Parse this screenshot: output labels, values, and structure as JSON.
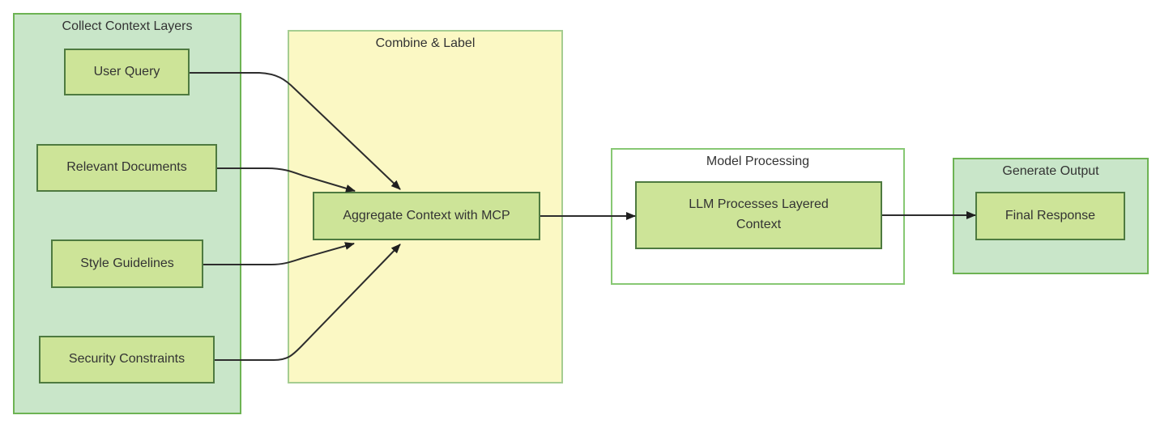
{
  "diagram": {
    "type": "flowchart",
    "direction": "left-to-right",
    "clusters": [
      {
        "id": "collect_context_layers",
        "title": "Collect Context Layers",
        "fill": "#c9e6c9",
        "stroke": "#6db353"
      },
      {
        "id": "combine_label",
        "title": "Combine & Label",
        "fill": "#fbf8c4",
        "stroke": "#a5cd91"
      },
      {
        "id": "model_processing",
        "title": "Model Processing",
        "fill": "#ffffff",
        "stroke": "#87c873"
      },
      {
        "id": "generate_output",
        "title": "Generate Output",
        "fill": "#c9e6c9",
        "stroke": "#6db353"
      }
    ],
    "nodes": [
      {
        "id": "user_query",
        "label": "User Query",
        "cluster": "collect_context_layers"
      },
      {
        "id": "relevant_documents",
        "label": "Relevant Documents",
        "cluster": "collect_context_layers"
      },
      {
        "id": "style_guidelines",
        "label": "Style Guidelines",
        "cluster": "collect_context_layers"
      },
      {
        "id": "security_constraints",
        "label": "Security Constraints",
        "cluster": "collect_context_layers"
      },
      {
        "id": "aggregate_context",
        "label": "Aggregate Context with MCP",
        "cluster": "combine_label"
      },
      {
        "id": "llm_processes",
        "label": "LLM Processes Layered Context",
        "cluster": "model_processing"
      },
      {
        "id": "final_response",
        "label": "Final Response",
        "cluster": "generate_output"
      }
    ],
    "edges": [
      {
        "from": "user_query",
        "to": "aggregate_context"
      },
      {
        "from": "relevant_documents",
        "to": "aggregate_context"
      },
      {
        "from": "style_guidelines",
        "to": "aggregate_context"
      },
      {
        "from": "security_constraints",
        "to": "aggregate_context"
      },
      {
        "from": "aggregate_context",
        "to": "llm_processes"
      },
      {
        "from": "llm_processes",
        "to": "final_response"
      }
    ],
    "node_style": {
      "fill": "#cde498",
      "stroke": "#4e7a40",
      "text_color": "#333333"
    },
    "edge_color": "#2d2d2d"
  }
}
